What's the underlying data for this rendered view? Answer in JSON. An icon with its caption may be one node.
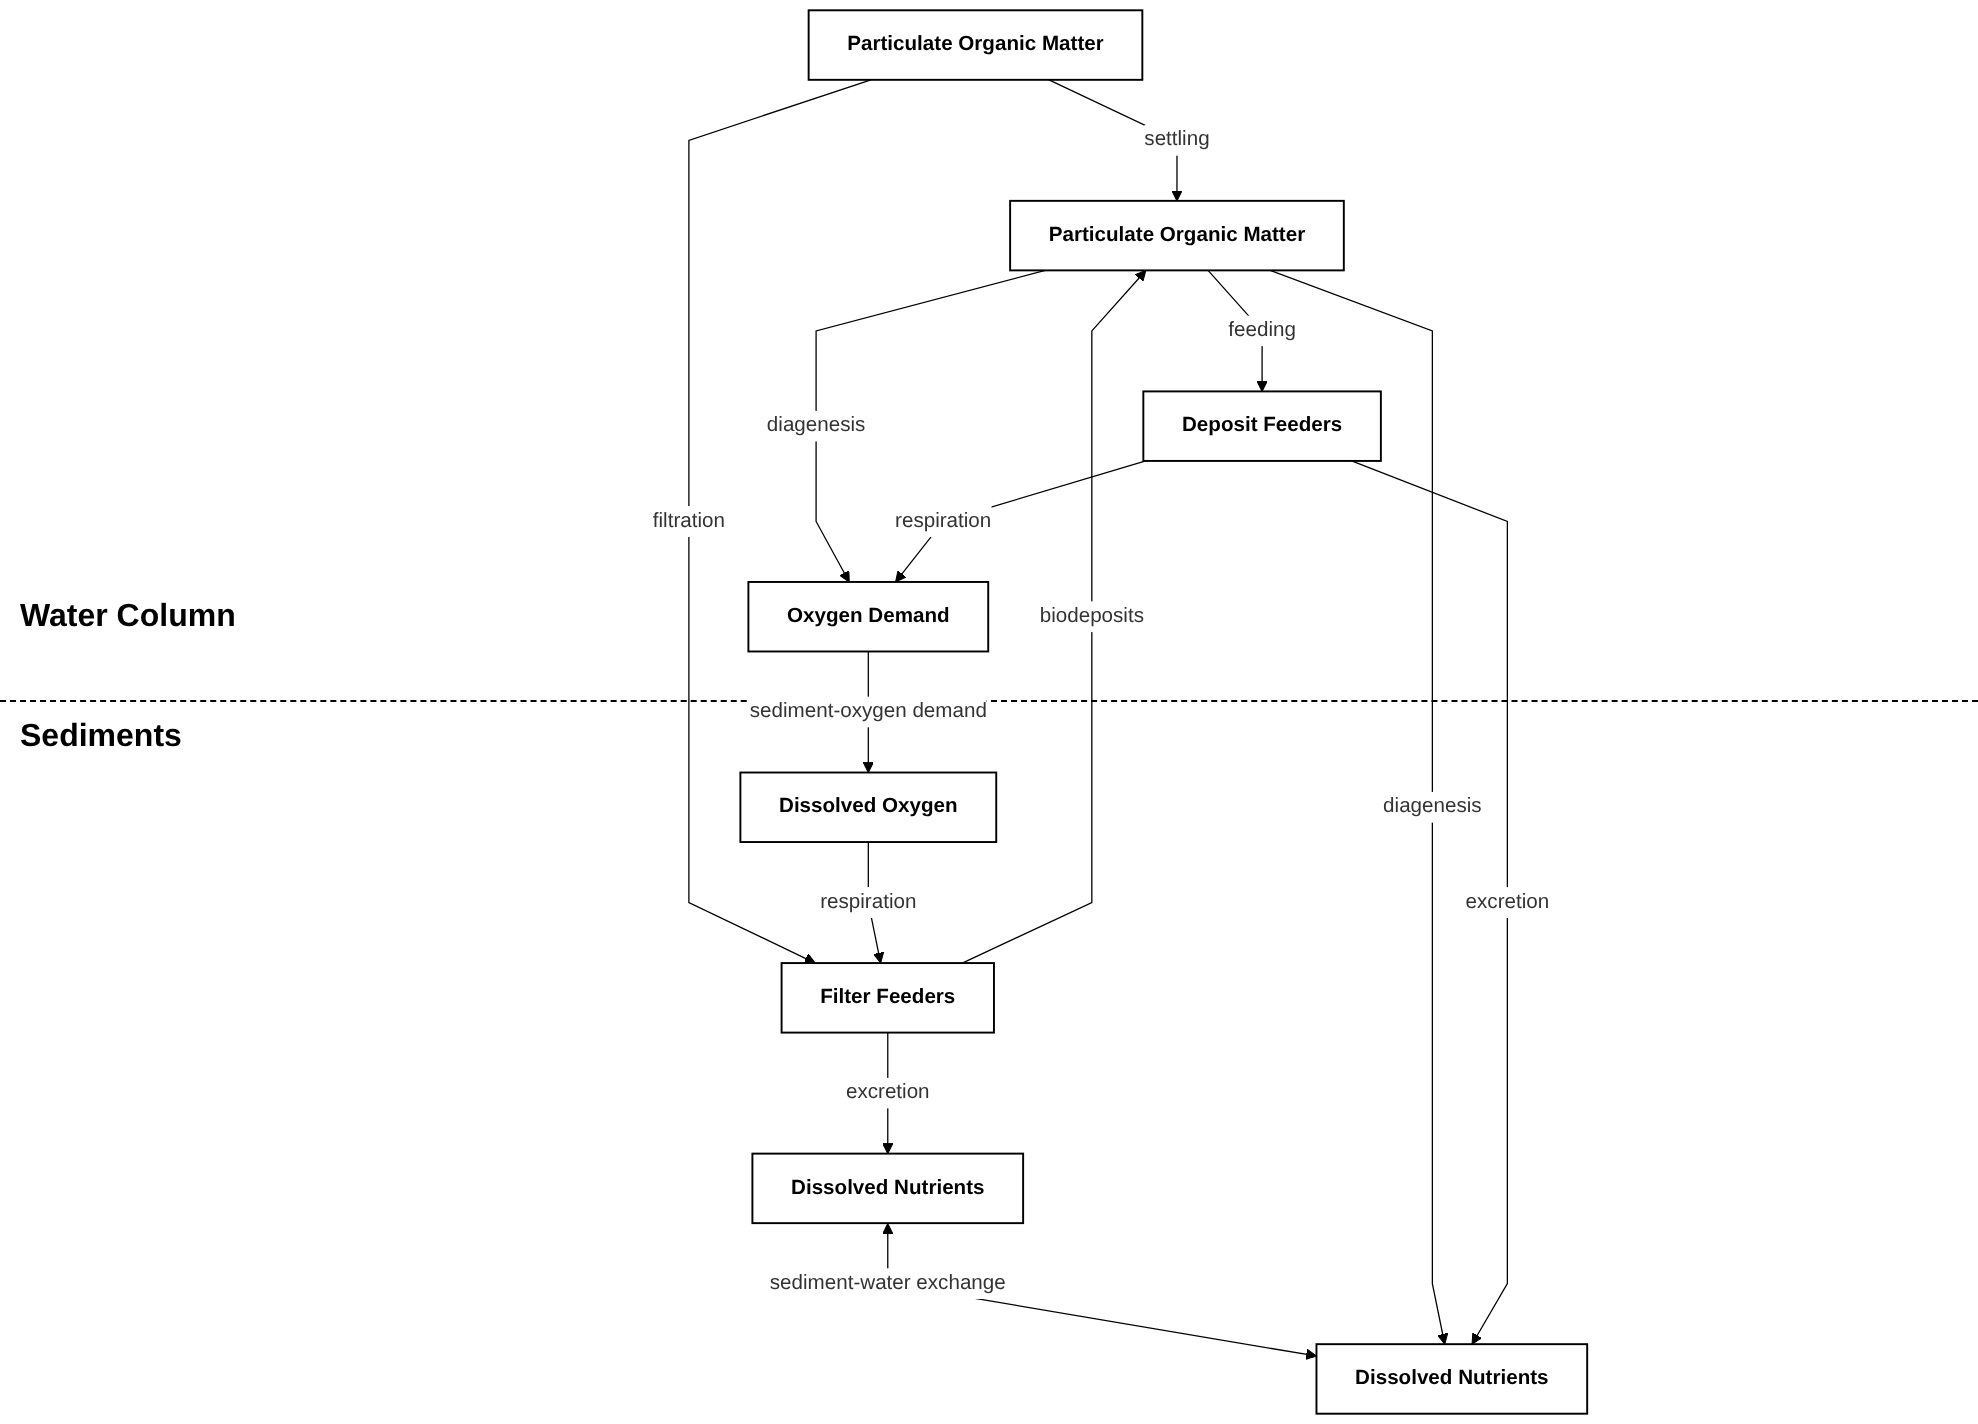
{
  "diagram": {
    "nodes": [
      {
        "text": [
          "Particulate Organic Matter"
        ]
      },
      {
        "text": [
          "Filter Feeders"
        ]
      },
      {
        "text": [
          "Dissolved Nutrients"
        ]
      },
      {
        "text": [
          "Dissolved Oxygen"
        ]
      },
      {
        "text": [
          "Particulate Organic Matter"
        ]
      },
      {
        "text": [
          "Dissolved Nutrients"
        ]
      },
      {
        "text": [
          "Oxygen Demand"
        ]
      },
      {
        "text": [
          "Deposit Feeders"
        ]
      }
    ],
    "edges": [
      {
        "from": 0,
        "to": 4,
        "label": "settling",
        "arrow": "to"
      },
      {
        "from": 0,
        "to": 1,
        "label": "filtration",
        "arrow": "to"
      },
      {
        "from": 3,
        "to": 1,
        "label": "respiration",
        "arrow": "to"
      },
      {
        "from": 1,
        "to": 2,
        "label": "excretion",
        "arrow": "to"
      },
      {
        "from": 1,
        "to": 4,
        "label": "biodeposits",
        "arrow": "to"
      },
      {
        "from": 2,
        "to": 5,
        "label": "sediment-water exchange",
        "arrow": "both"
      },
      {
        "from": 6,
        "to": 3,
        "label": "sediment-oxygen demand",
        "arrow": "to"
      },
      {
        "from": 4,
        "to": 5,
        "label": "diagenesis",
        "arrow": "to"
      },
      {
        "from": 7,
        "to": 5,
        "label": "excretion",
        "arrow": "to"
      },
      {
        "from": 4,
        "to": 6,
        "label": "diagenesis",
        "arrow": "to"
      },
      {
        "from": 4,
        "to": 7,
        "label": "feeding",
        "arrow": "to"
      },
      {
        "from": 7,
        "to": 6,
        "label": "respiration",
        "arrow": "to"
      }
    ],
    "labels": [
      "Water Column",
      "Sediments"
    ]
  }
}
